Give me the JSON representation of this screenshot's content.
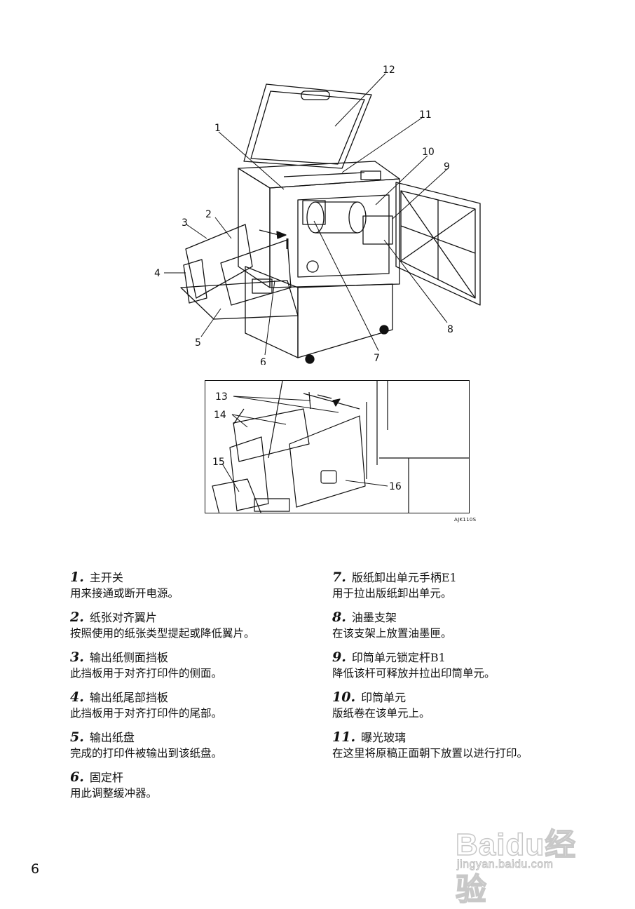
{
  "figure": {
    "callouts": [
      "1",
      "2",
      "3",
      "4",
      "5",
      "6",
      "7",
      "8",
      "9",
      "10",
      "11",
      "12"
    ],
    "inset_callouts": [
      "13",
      "14",
      "15",
      "16"
    ],
    "figure_code": "AJK110S"
  },
  "items": [
    {
      "num": "1.",
      "title": "主开关",
      "desc": "用来接通或断开电源。"
    },
    {
      "num": "2.",
      "title": "纸张对齐翼片",
      "desc": "按照使用的纸张类型提起或降低翼片。"
    },
    {
      "num": "3.",
      "title": "输出纸侧面挡板",
      "desc": "此挡板用于对齐打印件的侧面。"
    },
    {
      "num": "4.",
      "title": "输出纸尾部挡板",
      "desc": "此挡板用于对齐打印件的尾部。"
    },
    {
      "num": "5.",
      "title": "输出纸盘",
      "desc": "完成的打印件被输出到该纸盘。"
    },
    {
      "num": "6.",
      "title": "固定杆",
      "desc": "用此调整缓冲器。"
    },
    {
      "num": "7.",
      "title": "版纸卸出单元手柄E1",
      "desc": "用于拉出版纸卸出单元。"
    },
    {
      "num": "8.",
      "title": "油墨支架",
      "desc": "在该支架上放置油墨匣。"
    },
    {
      "num": "9.",
      "title": "印筒单元锁定杆B1",
      "desc": "降低该杆可释放并拉出印筒单元。"
    },
    {
      "num": "10.",
      "title": "印筒单元",
      "desc": "版纸卷在该单元上。"
    },
    {
      "num": "11.",
      "title": "曝光玻璃",
      "desc": "在这里将原稿正面朝下放置以进行打印。"
    }
  ],
  "page_number": "6",
  "watermark": {
    "logo": "Baidu经验",
    "url": "jingyan.baidu.com"
  }
}
